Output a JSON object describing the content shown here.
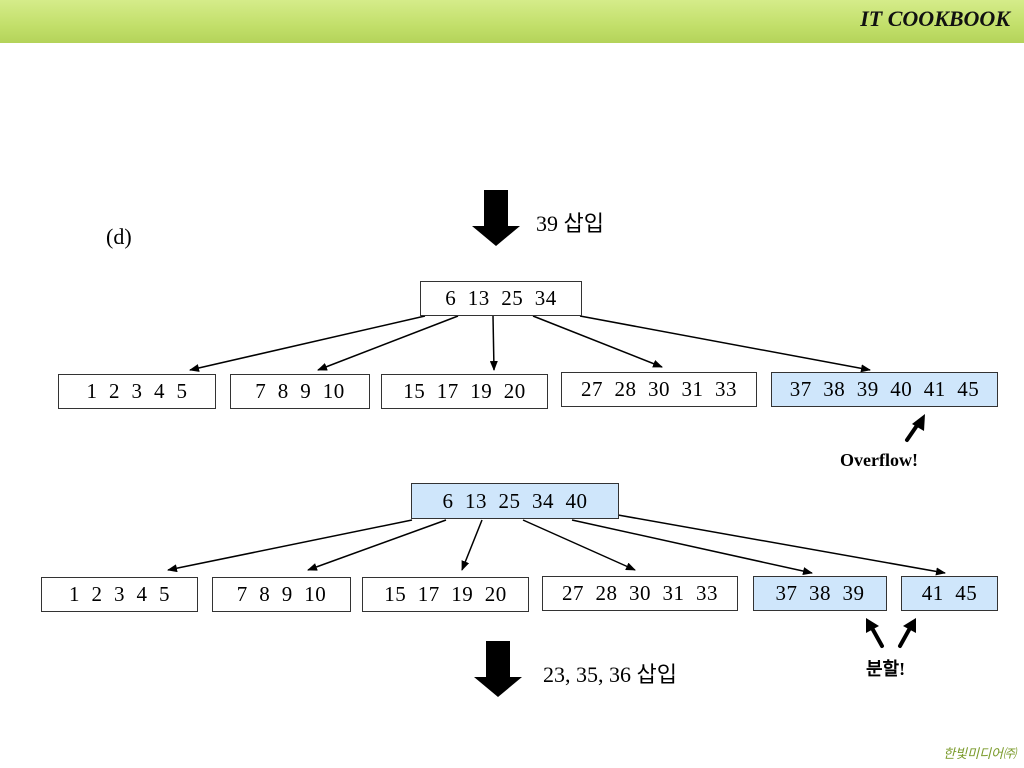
{
  "header": {
    "title": "IT COOKBOOK"
  },
  "footer": {
    "brand": "한빛미디어㈜"
  },
  "step_label": "(d)",
  "insert_top": "39 삽입",
  "insert_bottom": "23, 35, 36 삽입",
  "before": {
    "root": "6  13  25  34",
    "leaves": [
      "1  2  3  4  5",
      "7  8  9  10",
      "15  17  19  20",
      "27  28  30  31  33",
      "37  38  39  40  41  45"
    ]
  },
  "overflow_label": "Overflow!",
  "after": {
    "root": "6  13  25  34  40",
    "leaves": [
      "1  2  3  4  5",
      "7  8  9  10",
      "15  17  19  20",
      "27  28  30  31  33",
      "37  38  39",
      "41  45"
    ]
  },
  "split_label": "분할!"
}
